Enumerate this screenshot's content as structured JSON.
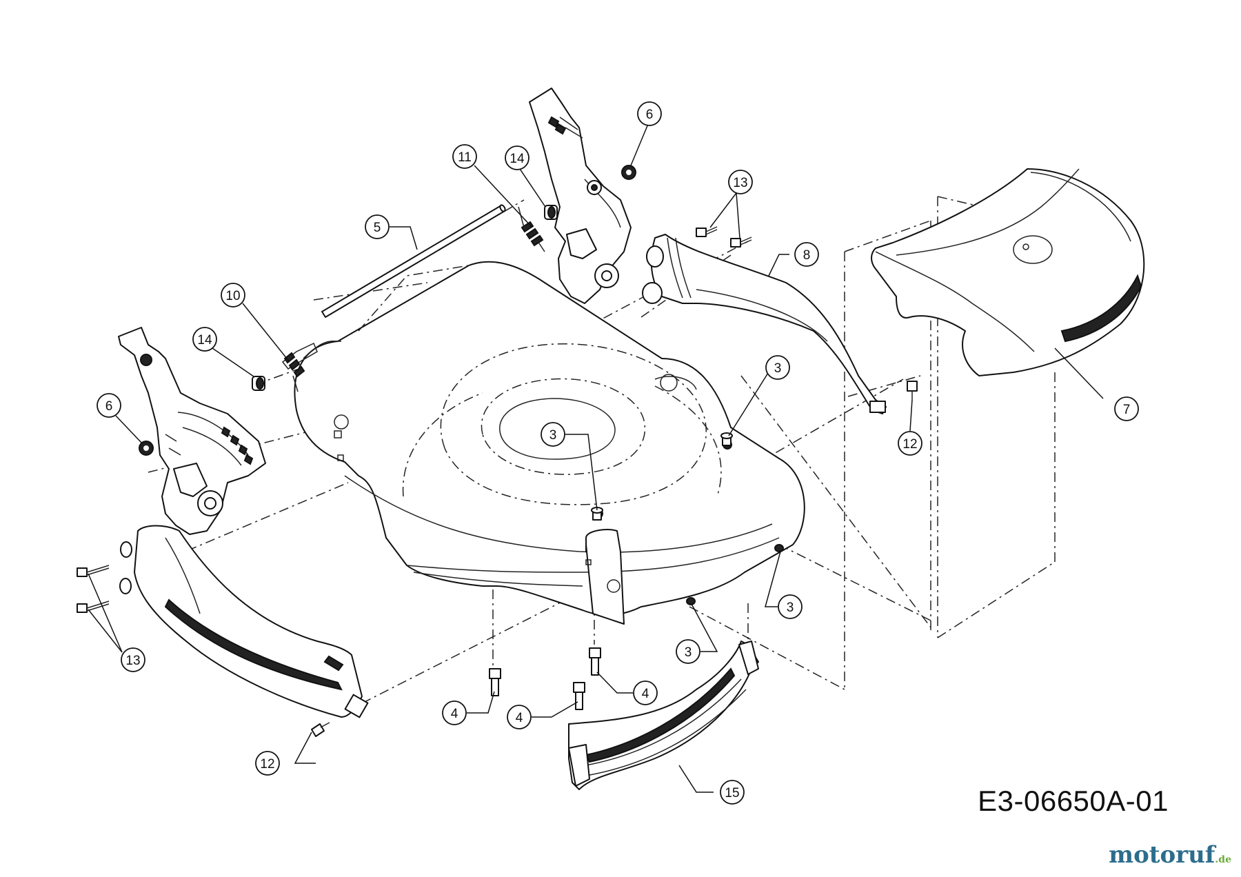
{
  "drawing_code": "E3-06650A-01",
  "watermark": {
    "name": "motoruf",
    "suffix": ".de",
    "color": "#2c6d8c",
    "accent": "#6aaa3a"
  },
  "callouts": {
    "p3a": "3",
    "p3b": "3",
    "p3c": "3",
    "p3d": "3",
    "p4a": "4",
    "p4b": "4",
    "p4c": "4",
    "p5": "5",
    "p6a": "6",
    "p6b": "6",
    "p7": "7",
    "p8": "8",
    "p10": "10",
    "p11": "11",
    "p12a": "12",
    "p12b": "12",
    "p13a": "13",
    "p13b": "13",
    "p14a": "14",
    "p14b": "14",
    "p15": "15"
  }
}
